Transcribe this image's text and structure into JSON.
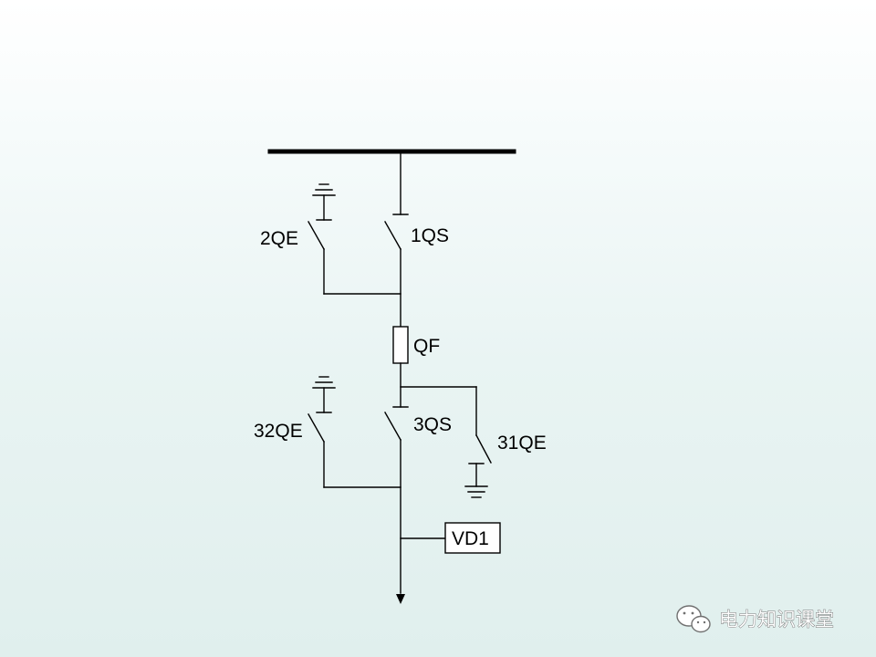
{
  "diagram": {
    "labels": {
      "disconnector_1": "1QS",
      "earth_switch_2": "2QE",
      "breaker": "QF",
      "disconnector_3": "3QS",
      "earth_switch_32": "32QE",
      "earth_switch_31": "31QE",
      "device_box": "VD1"
    }
  },
  "watermark": {
    "text": "电力知识课堂",
    "icon": "wechat-icon"
  },
  "colors": {
    "line": "#000000",
    "background_top": "#ffffff",
    "background_bottom": "#e0efed"
  }
}
